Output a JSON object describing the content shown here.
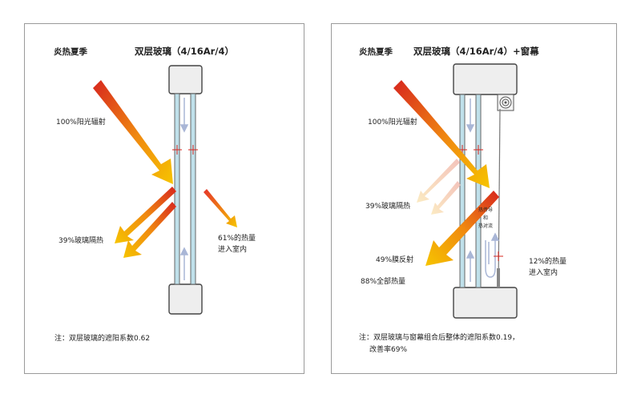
{
  "left": {
    "season": "炎热夏季",
    "title": "双层玻璃（4/16Ar/4）",
    "incident": "100%阳光辐射",
    "reflected": "39%玻璃隔热",
    "transmitted_1": "61%的热量",
    "transmitted_2": "进入室内",
    "note": "注：双层玻璃的遮阳系数0.62"
  },
  "right": {
    "season": "炎热夏季",
    "title": "双层玻璃（4/16Ar/4）+窗幕",
    "incident": "100%阳光辐射",
    "glass_reflect": "39%玻璃隔热",
    "film_reflect": "49%膜反射",
    "total": "88%全部热量",
    "transmitted_1": "12%的热量",
    "transmitted_2": "进入室内",
    "conv_1": "热传导",
    "conv_2": "和",
    "conv_3": "热对流",
    "note_1": "注：双层玻璃与窗幕组合后整体的遮阳系数0.19，",
    "note_2": "改善率69%"
  },
  "colors": {
    "arrow_start": "#d7261e",
    "arrow_end": "#f6c400",
    "glass": "#bfe0ea",
    "frame": "#eeeeee",
    "convection_arrow": "#a9b6d6",
    "crosshair": "#d7261e"
  }
}
